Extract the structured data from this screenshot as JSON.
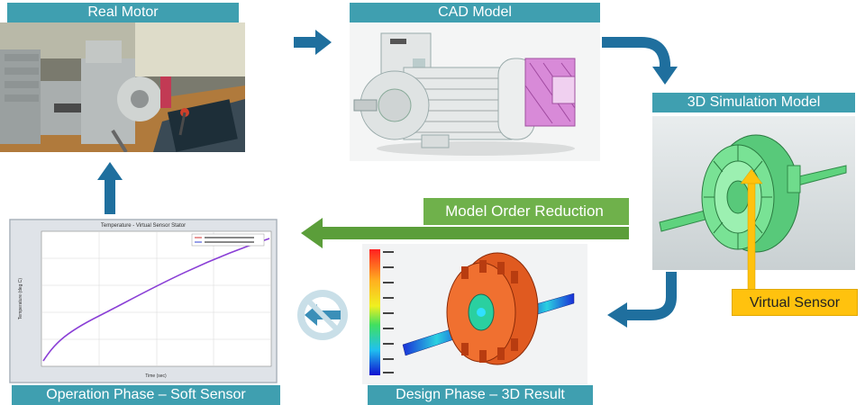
{
  "panels": {
    "real_motor": {
      "title": "Real Motor"
    },
    "cad_model": {
      "title": "CAD Model"
    },
    "sim_model": {
      "title": "3D Simulation Model"
    },
    "design_phase": {
      "title": "Design Phase – 3D Result"
    },
    "operation_phase": {
      "title": "Operation Phase – Soft Sensor"
    }
  },
  "annotations": {
    "model_order_reduction": "Model Order Reduction",
    "virtual_sensor": "Virtual Sensor"
  },
  "plot": {
    "title": "Temperature - Virtual Sensor Stator",
    "xlabel": "Time (sec)",
    "ylabel": "Temperature (deg C)"
  },
  "colors": {
    "label_bg": "#3f9fb0",
    "arrow_blue": "#1f6f9e",
    "arrow_green": "#5b9e3a",
    "sensor_yellow": "#ffc20e",
    "motor_green": "#6fdc8c"
  }
}
